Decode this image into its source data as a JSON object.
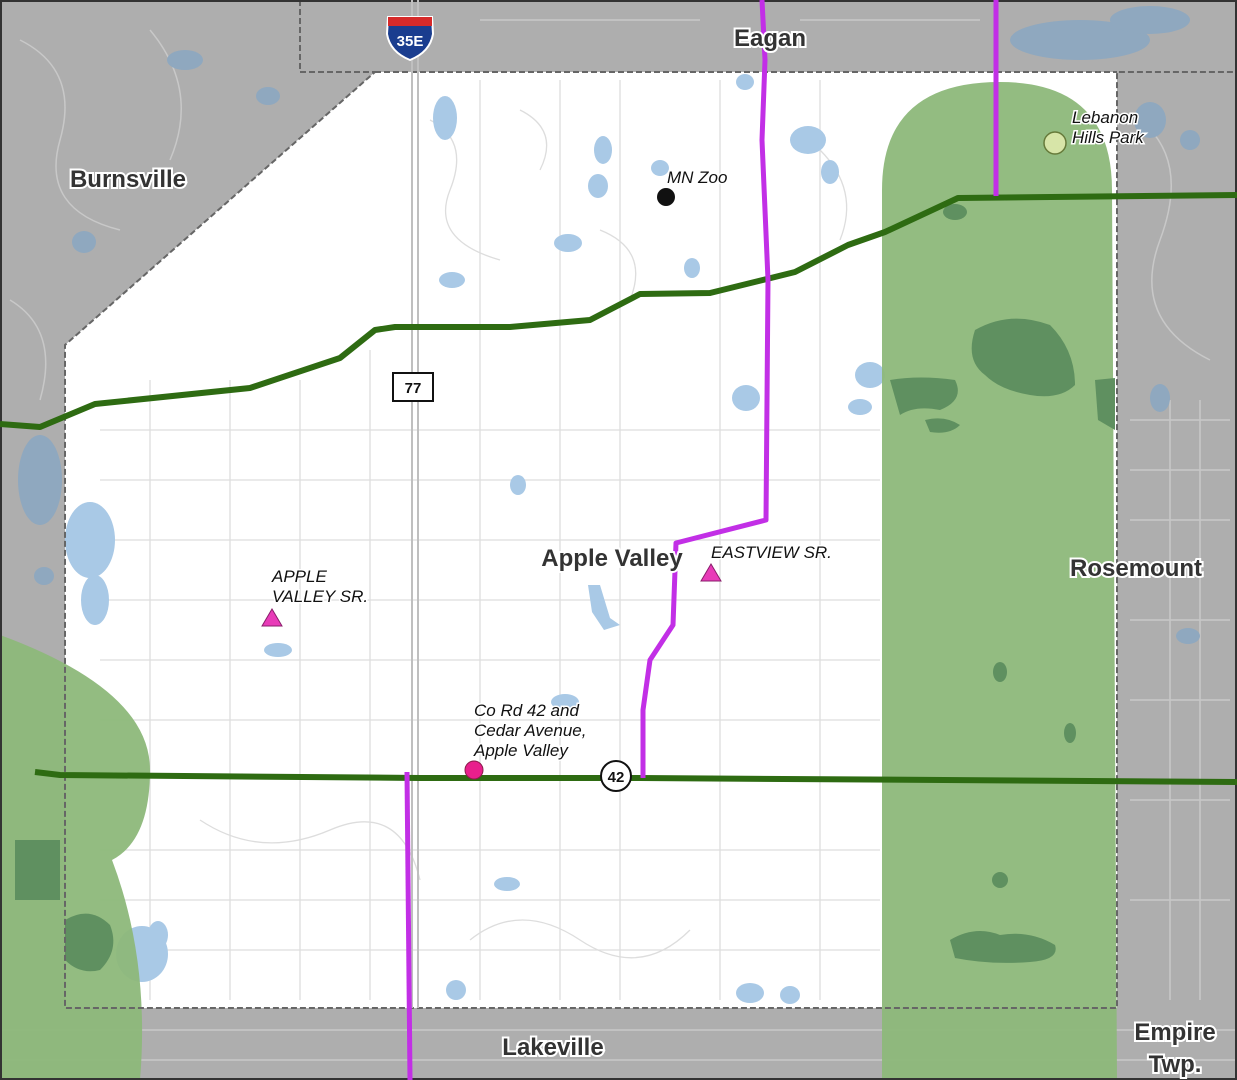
{
  "map": {
    "colors": {
      "outside_area": "#aeaeae",
      "study_area": "#ffffff",
      "water": "#a9c9e6",
      "corridor_buffer": "#8db87a",
      "green_line": "#2e6b12",
      "purple_line": "#c22fe6",
      "senior_marker": "#e83bb8",
      "poi_marker": "#e81f8c"
    },
    "labels": {
      "eagan": "Eagan",
      "burnsville": "Burnsville",
      "apple_valley": "Apple Valley",
      "rosemount": "Rosemount",
      "lakeville": "Lakeville",
      "empire_line1": "Empire",
      "empire_line2": "Twp."
    },
    "shields": {
      "interstate": "35E",
      "state_hwy": "77",
      "county_rd": "42"
    },
    "pois": {
      "mn_zoo": "MN Zoo",
      "lebanon_line1": "Lebanon",
      "lebanon_line2": "Hills Park",
      "eastview": "EASTVIEW SR.",
      "apple_valley_sr_line1": "APPLE",
      "apple_valley_sr_line2": "VALLEY SR.",
      "corner_line1": "Co Rd 42 and",
      "corner_line2": "Cedar Avenue,",
      "corner_line3": "Apple Valley"
    }
  }
}
